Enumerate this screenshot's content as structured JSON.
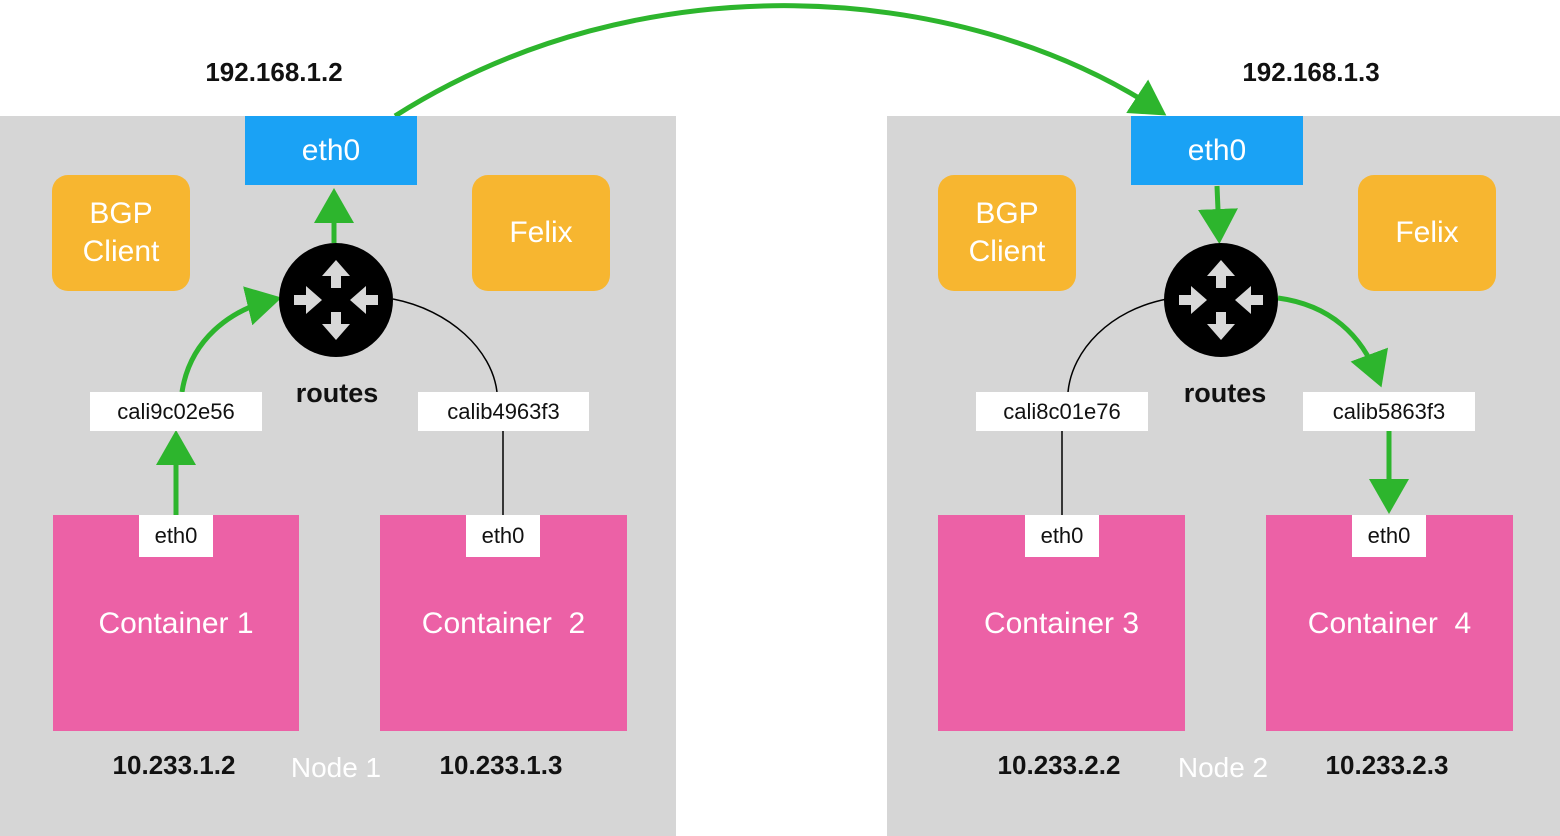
{
  "colors": {
    "node_bg": "#d6d6d6",
    "eth_box": "#1aa2f5",
    "agent_box": "#f7b630",
    "container_box": "#ec61a6",
    "flow_arrow": "#2db52d",
    "router": "#000000"
  },
  "nodes": [
    {
      "label": "Node 1",
      "host_ip": "192.168.1.2",
      "host_iface": "eth0",
      "bgp_label": "BGP\nClient",
      "felix_label": "Felix",
      "routes_label": "routes",
      "router_icon": "router-icon",
      "veths": [
        "cali9c02e56",
        "calib4963f3"
      ],
      "containers": [
        {
          "name": "Container 1",
          "iface": "eth0",
          "ip": "10.233.1.2"
        },
        {
          "name": "Container  2",
          "iface": "eth0",
          "ip": "10.233.1.3"
        }
      ]
    },
    {
      "label": "Node 2",
      "host_ip": "192.168.1.3",
      "host_iface": "eth0",
      "bgp_label": "BGP\nClient",
      "felix_label": "Felix",
      "routes_label": "routes",
      "router_icon": "router-icon",
      "veths": [
        "cali8c01e76",
        "calib5863f3"
      ],
      "containers": [
        {
          "name": "Container 3",
          "iface": "eth0",
          "ip": "10.233.2.2"
        },
        {
          "name": "Container  4",
          "iface": "eth0",
          "ip": "10.233.2.3"
        }
      ]
    }
  ]
}
